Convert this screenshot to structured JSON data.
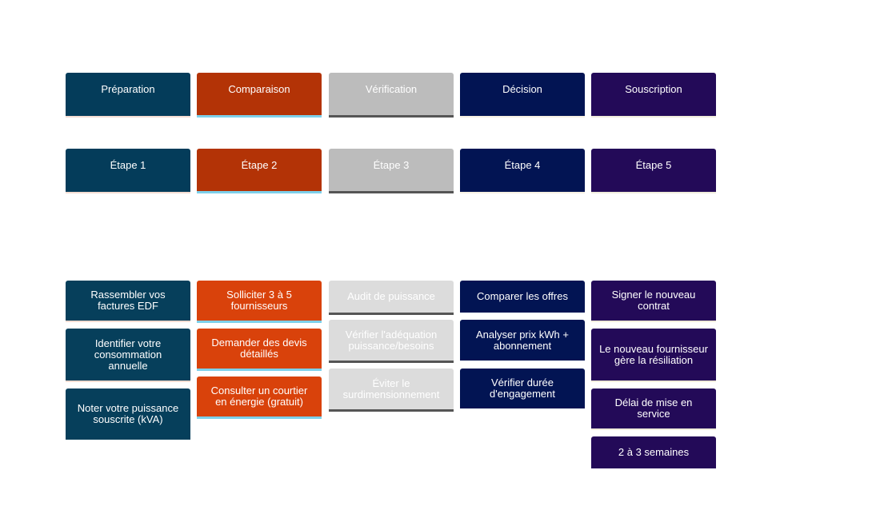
{
  "columns": [
    {
      "phase": "Préparation",
      "step": "Étape 1",
      "items": [
        "Rassembler vos factures EDF",
        "Identifier votre consommation annuelle",
        "Noter votre puissance souscrite (kVA)"
      ]
    },
    {
      "phase": "Comparaison",
      "step": "Étape 2",
      "items": [
        "Solliciter 3 à 5 fournisseurs",
        "Demander des devis détaillés",
        "Consulter un courtier en énergie (gratuit)"
      ]
    },
    {
      "phase": "Vérification",
      "step": "Étape 3",
      "items": [
        "Audit de puissance",
        "Vérifier l'adéquation puissance/besoins",
        "Éviter le surdimensionnement"
      ]
    },
    {
      "phase": "Décision",
      "step": "Étape 4",
      "items": [
        "Comparer les offres",
        "Analyser prix kWh + abonnement",
        "Vérifier durée d'engagement"
      ]
    },
    {
      "phase": "Souscription",
      "step": "Étape 5",
      "items": [
        "Signer le nouveau contrat",
        "Le nouveau fournisseur gère la résiliation",
        "Délai de mise en service",
        "2 à 3 semaines"
      ]
    }
  ],
  "colors": {
    "column_1": "#043c5a",
    "column_2": "#b33306",
    "column_3": "#bcbcbc",
    "column_4": "#021453",
    "column_5": "#230a58"
  }
}
